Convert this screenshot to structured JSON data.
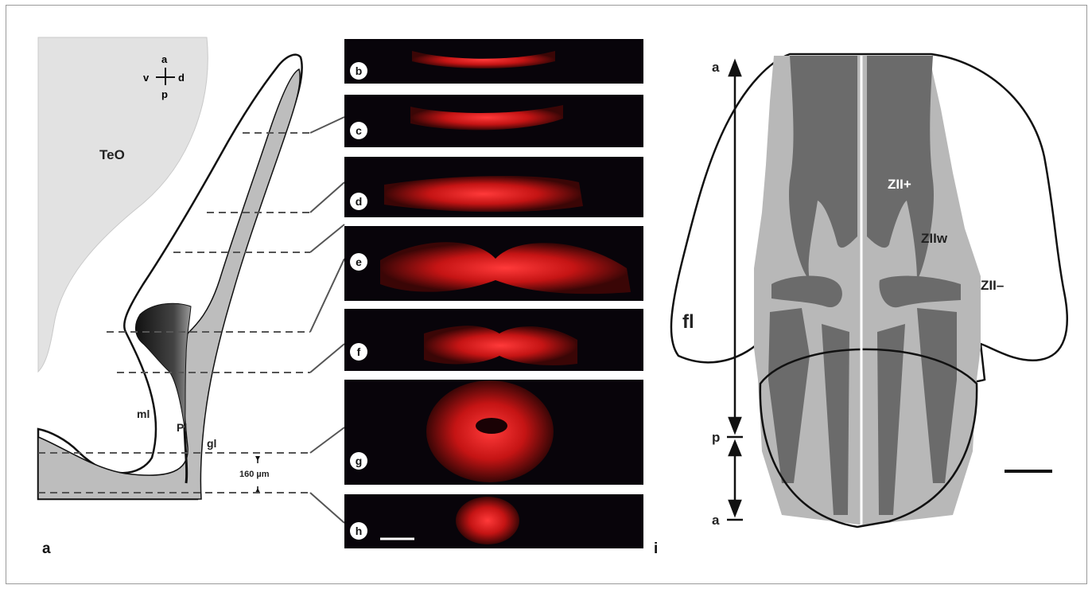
{
  "panels": {
    "a": {
      "letter": "a",
      "orientation": {
        "up": "a",
        "down": "p",
        "left": "v",
        "right": "d"
      },
      "labels": {
        "teo": "TeO",
        "ml": "ml",
        "pl": "Pl",
        "gl": "gl"
      },
      "spacing": "160 µm"
    },
    "sections": [
      "b",
      "c",
      "d",
      "e",
      "f",
      "g",
      "h"
    ],
    "i": {
      "letter": "i",
      "axis": {
        "top": "a",
        "mid": "p",
        "bottom": "a"
      },
      "labels": {
        "zii_plus": "ZII+",
        "ziiw": "ZIIw",
        "zii_minus": "ZII–",
        "fl": "fl"
      }
    }
  },
  "colors": {
    "tectum": "#e2e2e2",
    "granular": "#bdbdbd",
    "purkinje": "#1a1a1a",
    "section_bg": "#08040a",
    "stain": "#e01818",
    "zii_plus": "#6b6b6b",
    "ziiw": "#b8b8b8"
  }
}
